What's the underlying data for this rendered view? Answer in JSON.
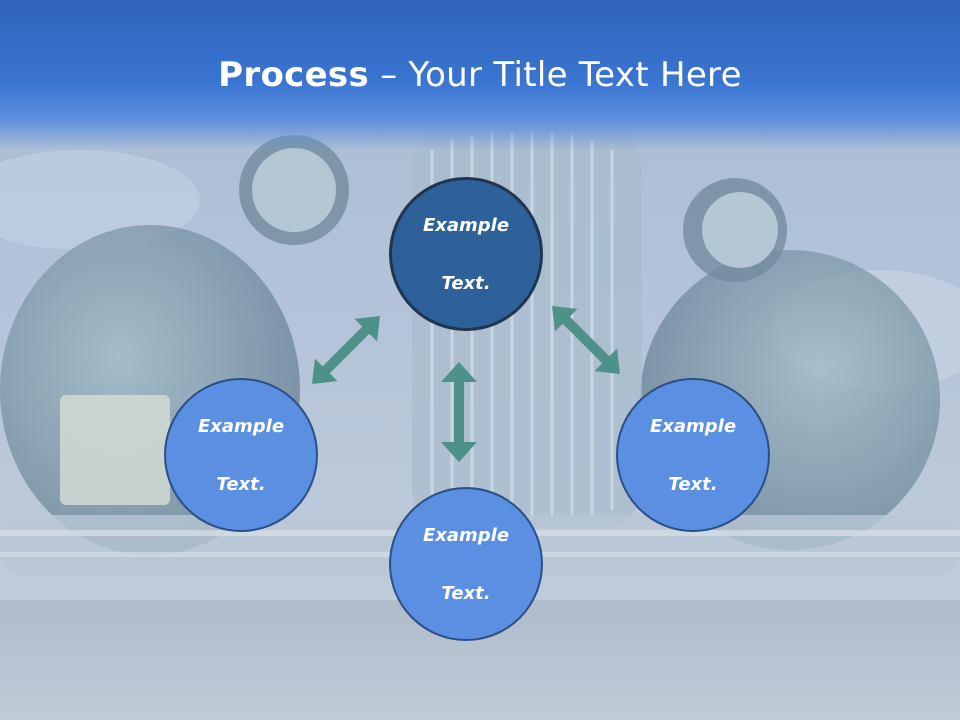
{
  "slide": {
    "title_bold": "Process",
    "title_rest": " – Your Title Text Here"
  },
  "diagram": {
    "nodes": [
      {
        "id": "top",
        "label_line1": "Example",
        "label_line2": "Text."
      },
      {
        "id": "left",
        "label_line1": "Example",
        "label_line2": "Text."
      },
      {
        "id": "right",
        "label_line1": "Example",
        "label_line2": "Text."
      },
      {
        "id": "bottom",
        "label_line1": "Example",
        "label_line2": "Text."
      }
    ],
    "arrow_color": "#4e9188",
    "node_fill_light": "#5b8fe1",
    "node_fill_dark": "#2e6199",
    "backdrop": "vintage-car-photo"
  }
}
